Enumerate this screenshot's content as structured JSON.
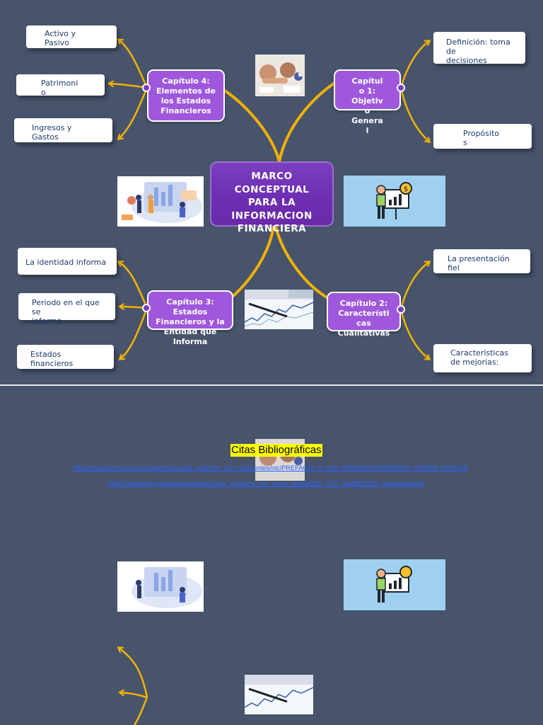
{
  "central_topic": "MARCO\nCONCEPTUAL\nPARA LA\nINFORMACION\nFINANCIERA",
  "chapters": {
    "ch1": {
      "label": "Capítul\no 1:\nObjetiv\no\nGenera\nl"
    },
    "ch2": {
      "label": "Capítulo 2:\nCaracterísti\ncas\nCualitativas"
    },
    "ch3": {
      "label": "Capítulo 3:\nEstados\nFinancieros y la\nEntidad que\nInforma"
    },
    "ch4": {
      "label": "Capítulo 4:\nElementos de\nlos Estados\nFinancieros"
    }
  },
  "leaves": {
    "definicion": "Definición: toma\n    de\n    decisiones",
    "proposito": "Propósito\ns",
    "presentacion_fiel": "La presentación\nfiel",
    "caracteristicas_mejoras": "Características\n    de mejorias:",
    "identidad": "La identidad informa",
    "periodo": "Periodo en el que\n        se\n    informa",
    "estados_financieros": "Estados\nfinancieros",
    "activo_pasivo": "Activo y\nPasivo",
    "patrimonio": "Patrimoni\no",
    "ingresos_gastos": "Ingresos y\nGastos"
  },
  "citations": {
    "title": "Citas Bibliográficas",
    "links": [
      "https://www.mef.gob.pe/contenidos/conta_publ/con_nor_co/vigentes/nic/PREFACIO_A_LOS_PRONUNCIAMIENTOS_SOBRE_NICS.pdf",
      "https://www.mef.gob.pe/contenidos/conta_publ/con_nor_co/no_oficializ/ES_GVT_RedBV2016_conceptual.pdf"
    ]
  },
  "colors": {
    "background": "#47546c",
    "connector": "#f2b100",
    "central_fill": "#7a3fbe",
    "chapter_fill": "#9f58dc",
    "leaf_text": "#1e3a6e"
  }
}
